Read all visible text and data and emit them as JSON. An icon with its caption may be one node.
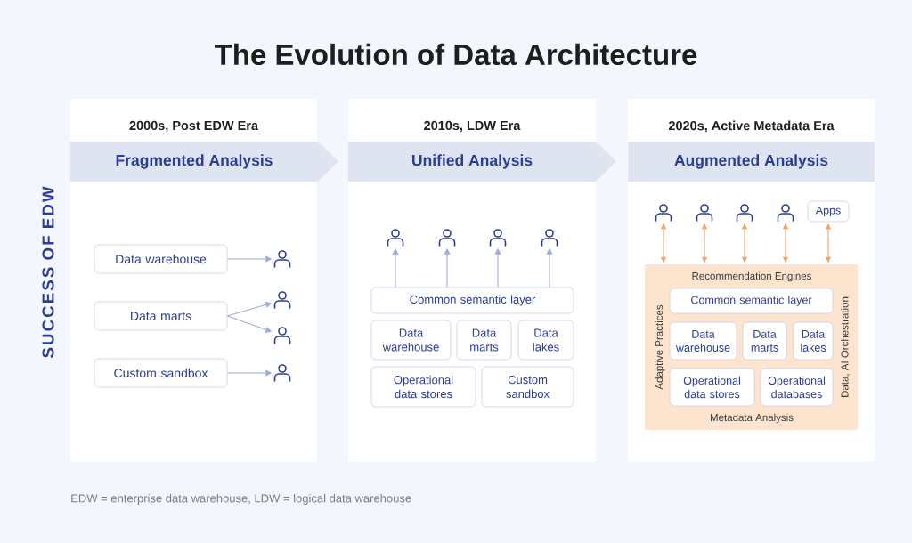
{
  "diagram": {
    "title": "The Evolution of Data Architecture",
    "caption": "EDW = enterprise data warehouse, LDW = logical data warehouse",
    "nodes": [
      {
        "text": [
          "2000s, Post EDW Era"
        ]
      },
      {
        "text": [
          "Fragmented Analysis"
        ]
      },
      {
        "text": [
          "Data warehouse"
        ],
        "in": 0
      },
      {
        "text": [
          "Data marts"
        ],
        "in": 0
      },
      {
        "text": [
          "Custom sandbox"
        ],
        "in": 0
      },
      {
        "text": [],
        "shape": "person",
        "in": 0
      },
      {
        "text": [],
        "shape": "person",
        "in": 0
      },
      {
        "text": [],
        "shape": "person",
        "in": 0
      },
      {
        "text": [],
        "shape": "person",
        "in": 0
      },
      {
        "text": [
          "2010s, LDW Era"
        ]
      },
      {
        "text": [
          "Unified Analysis"
        ]
      },
      {
        "text": [],
        "shape": "person",
        "in": 9
      },
      {
        "text": [],
        "shape": "person",
        "in": 9
      },
      {
        "text": [],
        "shape": "person",
        "in": 9
      },
      {
        "text": [],
        "shape": "person",
        "in": 9
      },
      {
        "text": [
          "Common semantic layer"
        ],
        "in": 9
      },
      {
        "text": [
          "Data warehouse"
        ],
        "in": 9
      },
      {
        "text": [
          "Data marts"
        ],
        "in": 9
      },
      {
        "text": [
          "Data lakes"
        ],
        "in": 9
      },
      {
        "text": [
          "Operational data stores"
        ],
        "in": 9
      },
      {
        "text": [
          "Custom sandbox"
        ],
        "in": 9
      },
      {
        "text": [
          "2020s, Active Metadata Era"
        ]
      },
      {
        "text": [
          "Augmented Analysis"
        ],
        "in": 21
      },
      {
        "text": [],
        "shape": "person",
        "in": 21
      },
      {
        "text": [],
        "shape": "person",
        "in": 21
      },
      {
        "text": [],
        "shape": "person",
        "in": 21
      },
      {
        "text": [],
        "shape": "person",
        "in": 21
      },
      {
        "text": [
          "Apps"
        ],
        "in": 21
      },
      {
        "text": [
          "Recommendation Engines",
          "Adaptive Practices",
          "Data, AI Orchestration",
          "Metadata Analysis"
        ],
        "in": 21
      },
      {
        "text": [
          "Common semantic layer"
        ],
        "in": 28
      },
      {
        "text": [
          "Data warehouse"
        ],
        "in": 28
      },
      {
        "text": [
          "Data marts"
        ],
        "in": 28
      },
      {
        "text": [
          "Data lakes"
        ],
        "in": 28
      },
      {
        "text": [
          "Operational data stores"
        ],
        "in": 28
      },
      {
        "text": [
          "Operational databases"
        ],
        "in": 28
      }
    ],
    "edges": [
      {
        "from": 2,
        "to": 5,
        "arrow": "to"
      },
      {
        "from": 3,
        "to": 6,
        "arrow": "to"
      },
      {
        "from": 3,
        "to": 7,
        "arrow": "to"
      },
      {
        "from": 4,
        "to": 8,
        "arrow": "to"
      },
      {
        "from": 15,
        "to": 11,
        "arrow": "to"
      },
      {
        "from": 15,
        "to": 12,
        "arrow": "to"
      },
      {
        "from": 15,
        "to": 13,
        "arrow": "to"
      },
      {
        "from": 15,
        "to": 14,
        "arrow": "to"
      },
      {
        "from": 23,
        "to": 28,
        "arrow": "both",
        "color": "#f0a26b"
      },
      {
        "from": 24,
        "to": 28,
        "arrow": "both",
        "color": "#f0a26b"
      },
      {
        "from": 25,
        "to": 28,
        "arrow": "both",
        "color": "#f0a26b"
      },
      {
        "from": 26,
        "to": 28,
        "arrow": "both",
        "color": "#f0a26b"
      },
      {
        "from": 27,
        "to": 28,
        "arrow": "both",
        "color": "#f0a26b"
      }
    ],
    "labels": [
      "SUCCESS OF EDW"
    ]
  }
}
